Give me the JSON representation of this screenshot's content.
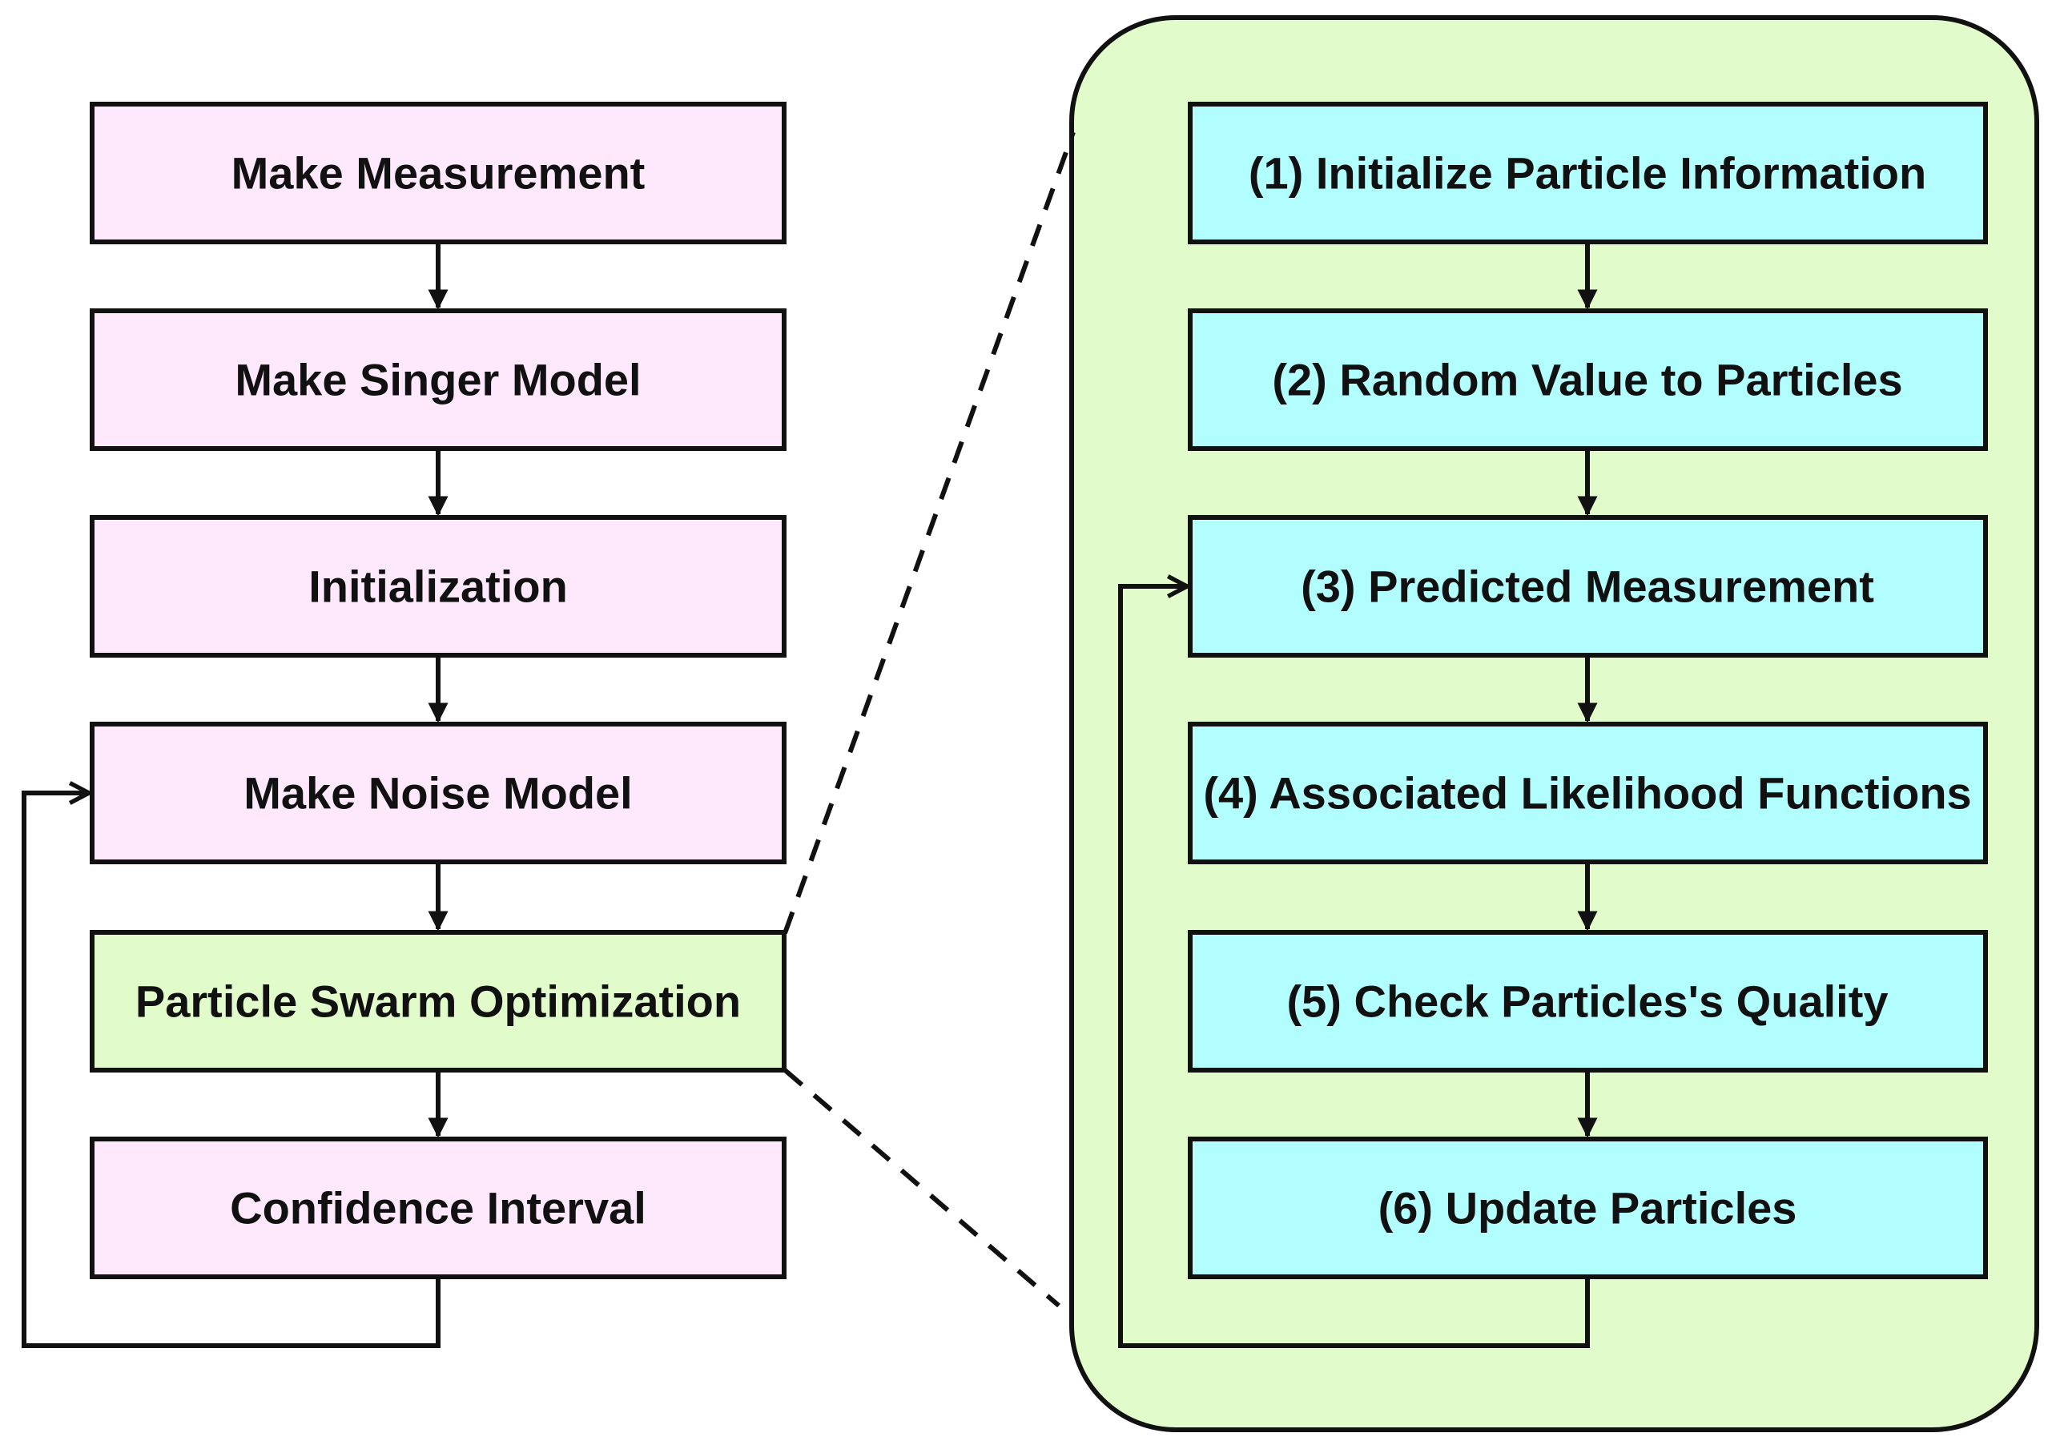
{
  "colors": {
    "main_box_fill": "#fde9fb",
    "pso_box_fill": "#e2fbcb",
    "pso_panel_fill": "#e2fbcb",
    "step_box_fill": "#b2fdfd",
    "stroke": "#111111"
  },
  "main_flow": {
    "steps": [
      {
        "label": "Make Measurement"
      },
      {
        "label": "Make Singer Model"
      },
      {
        "label": "Initialization"
      },
      {
        "label": "Make Noise Model"
      },
      {
        "label": "Particle Swarm Optimization"
      },
      {
        "label": "Confidence Interval"
      }
    ]
  },
  "pso_detail": {
    "steps": [
      {
        "label": "(1) Initialize Particle Information"
      },
      {
        "label": "(2) Random Value to Particles"
      },
      {
        "label": "(3) Predicted Measurement"
      },
      {
        "label": "(4) Associated Likelihood Functions"
      },
      {
        "label": "(5) Check Particles's Quality"
      },
      {
        "label": "(6) Update Particles"
      }
    ]
  }
}
